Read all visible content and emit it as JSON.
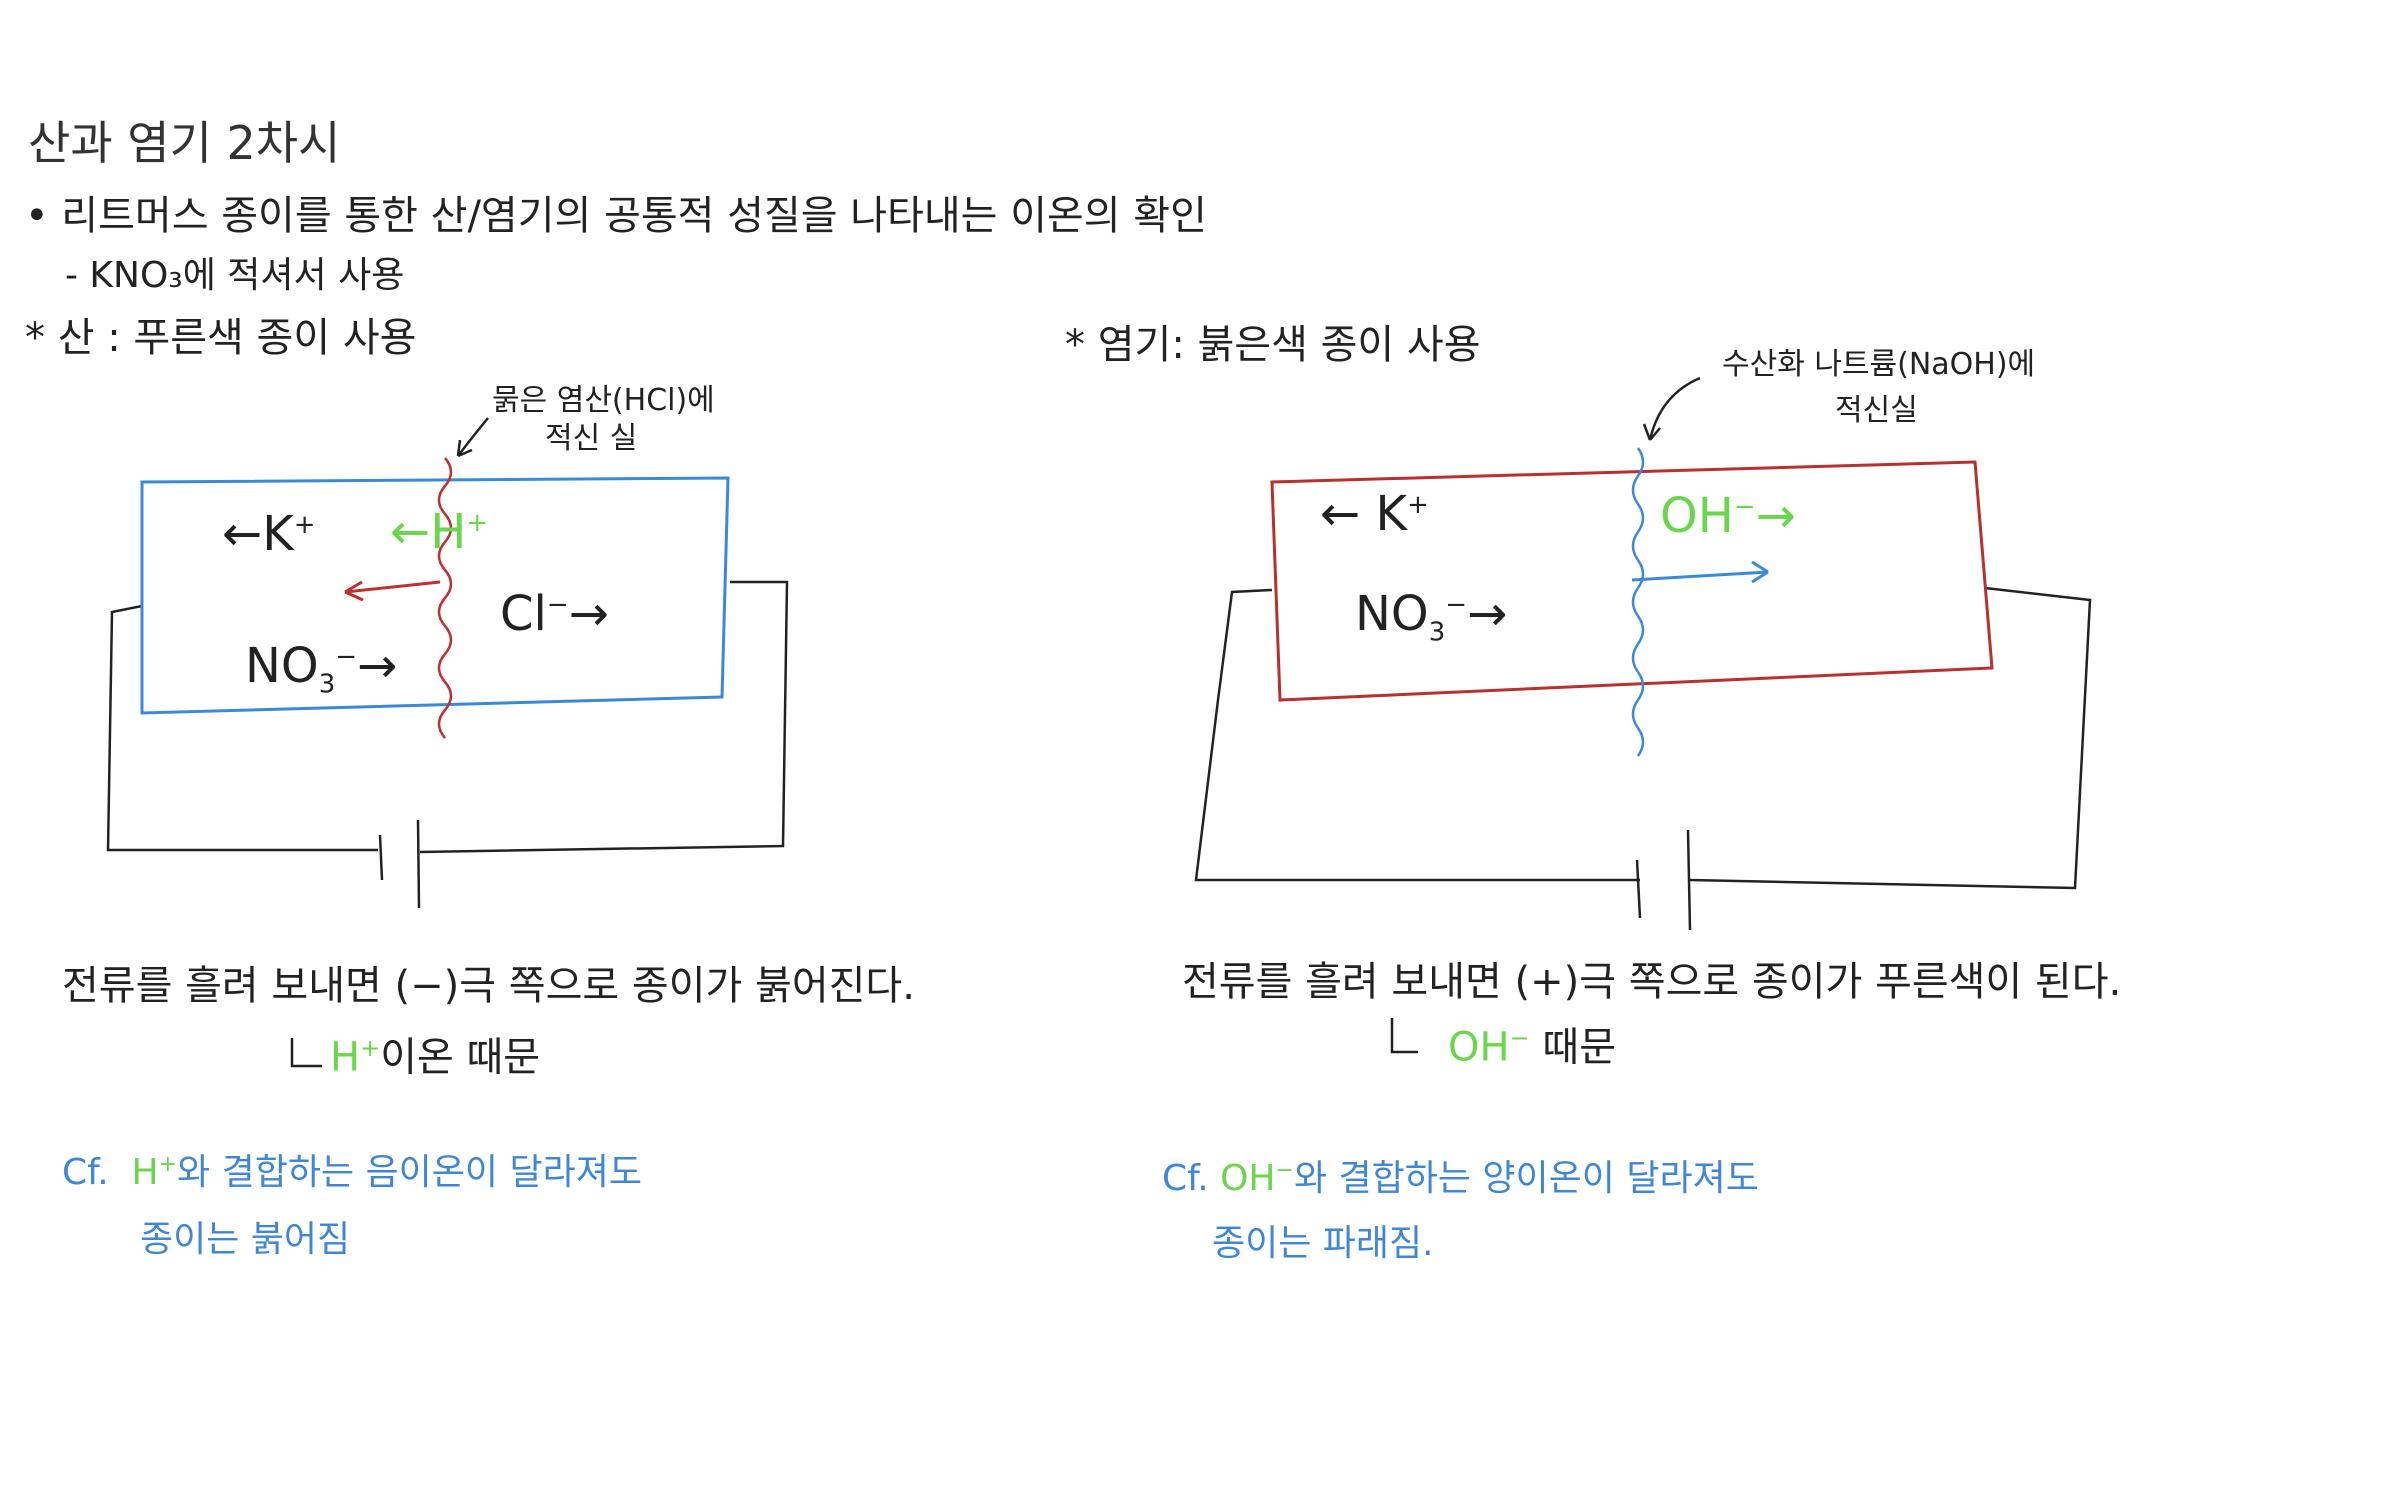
{
  "title": "산과 염기 2차시",
  "bullet": "• 리트머스 종이를 통한  산/염기의 공통적 성질을 나타내는 이온의 확인",
  "sub": "- KNO₃에 적셔서 사용",
  "acid": {
    "heading": "* 산 : 푸른색 종이 사용",
    "annotation": [
      "묽은 염산(HCl)에",
      "적신 실"
    ],
    "ion_k": "K",
    "ion_k_sup": "+",
    "ion_k_arrow": "←",
    "ion_h": "H",
    "ion_h_sup": "+",
    "ion_h_arrow": "←",
    "ion_cl": "Cl",
    "ion_cl_sup": "−",
    "ion_cl_arrow": "→",
    "ion_no3": "NO",
    "ion_no3_sub": "3",
    "ion_no3_sup": "−",
    "ion_no3_arrow": "→",
    "result": "전류를 흘려 보내면 (−)극 쪽으로 종이가 붉어진다.",
    "reason_prefix": "↳",
    "reason_ion": "H",
    "reason_ion_sup": "+",
    "reason_suffix": "이온 때문",
    "cf_prefix": "Cf.",
    "cf_ion": "H",
    "cf_ion_sup": "+",
    "cf_text": "와 결합하는 음이온이 달라져도",
    "cf_text2": "종이는 붉어짐",
    "paper_color": "#3a8ad8",
    "thread_color": "#c03030"
  },
  "base": {
    "heading": "* 염기: 붉은색 종이 사용",
    "annotation": [
      "수산화 나트륨(NaOH)에",
      "적신실"
    ],
    "ion_k": "K",
    "ion_k_sup": "+",
    "ion_k_arrow": "←",
    "ion_oh": "OH",
    "ion_oh_sup": "−",
    "ion_oh_arrow": "→",
    "ion_no3": "NO",
    "ion_no3_sub": "3",
    "ion_no3_sup": "−",
    "ion_no3_arrow": "→",
    "result": "전류를 흘려 보내면 (+)극 쪽으로 종이가 푸른색이 된다.",
    "reason_prefix": "↳",
    "reason_ion": "OH",
    "reason_ion_sup": "−",
    "reason_suffix": "때문",
    "cf_prefix": "Cf.",
    "cf_ion": "OH",
    "cf_ion_sup": "−",
    "cf_text": "와 결합하는 양이온이 달라져도",
    "cf_text2": "종이는 파래짐.",
    "paper_color": "#b83030",
    "thread_color": "#3a8ad8"
  },
  "colors": {
    "ink": "#222222",
    "green": "#6ad64e",
    "blue": "#3f86d6",
    "rule": "#dcdcdc"
  }
}
